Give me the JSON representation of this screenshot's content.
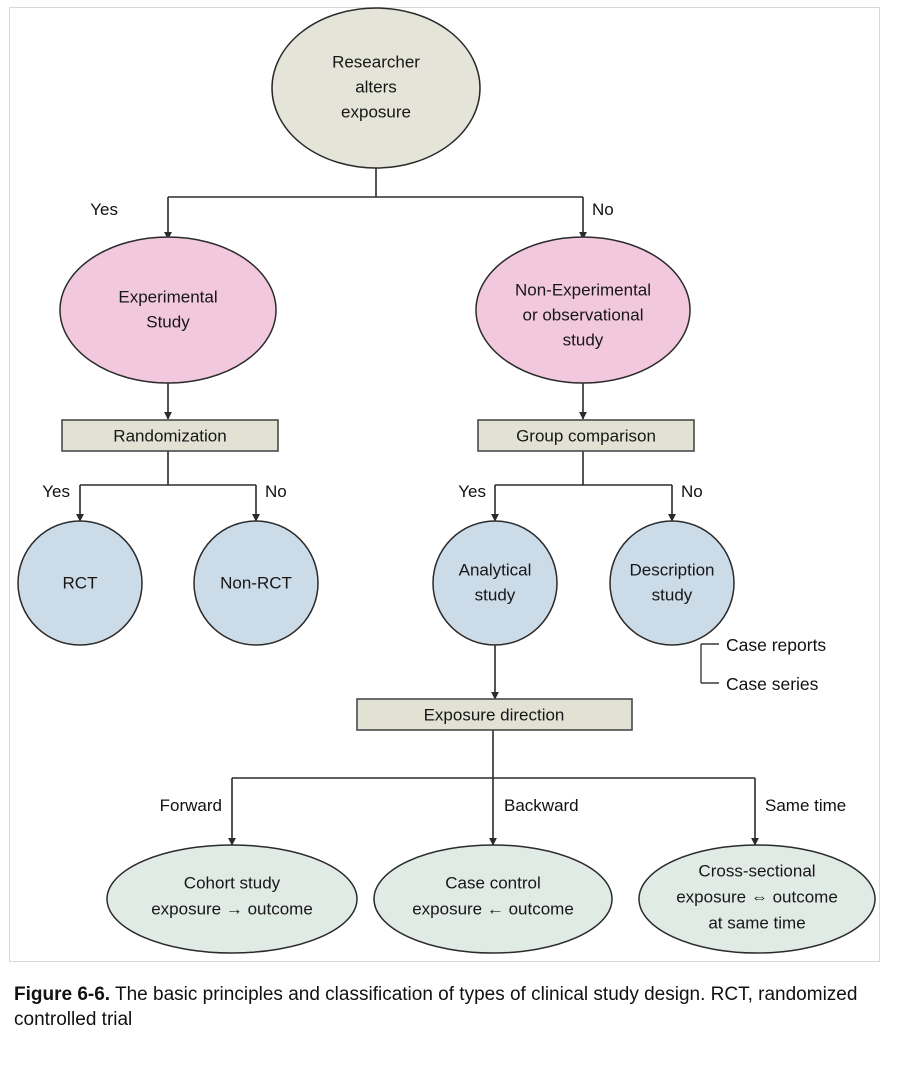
{
  "figure": {
    "caption_label": "Figure 6-6.",
    "caption_text": " The basic principles and classification of types of clinical study design. RCT, randomized controlled trial"
  },
  "colors": {
    "root_fill": "#e4e4d8",
    "pink_fill": "#f2c8de",
    "blue_fill": "#cbdbe8",
    "green_fill": "#e1ebe6",
    "box_fill": "#e2e2d4",
    "stroke": "#2b2b2b",
    "frame": "#d8d8d8"
  },
  "nodes": {
    "root": {
      "line1": "Researcher",
      "line2": "alters",
      "line3": "exposure"
    },
    "experimental": {
      "line1": "Experimental",
      "line2": "Study"
    },
    "nonexperimental": {
      "line1": "Non-Experimental",
      "line2": "or observational",
      "line3": "study"
    },
    "randomization": {
      "label": "Randomization"
    },
    "group_comparison": {
      "label": "Group comparison"
    },
    "rct": {
      "label": "RCT"
    },
    "non_rct": {
      "label": "Non-RCT"
    },
    "analytical": {
      "line1": "Analytical",
      "line2": "study"
    },
    "description": {
      "line1": "Description",
      "line2": "study"
    },
    "exposure_direction": {
      "label": "Exposure direction"
    },
    "cohort": {
      "line1": "Cohort study",
      "line2": "exposure → outcome"
    },
    "case_control": {
      "line1": "Case control",
      "line2": "exposure ← outcome"
    },
    "cross_sectional": {
      "line1": "Cross-sectional",
      "line2": "exposure ⇔ outcome",
      "line3": "at same time"
    }
  },
  "annotations": {
    "case_reports": "Case reports",
    "case_series": "Case series"
  },
  "edge_labels": {
    "root_yes": "Yes",
    "root_no": "No",
    "rand_yes": "Yes",
    "rand_no": "No",
    "group_yes": "Yes",
    "group_no": "No",
    "forward": "Forward",
    "backward": "Backward",
    "same_time": "Same time"
  }
}
